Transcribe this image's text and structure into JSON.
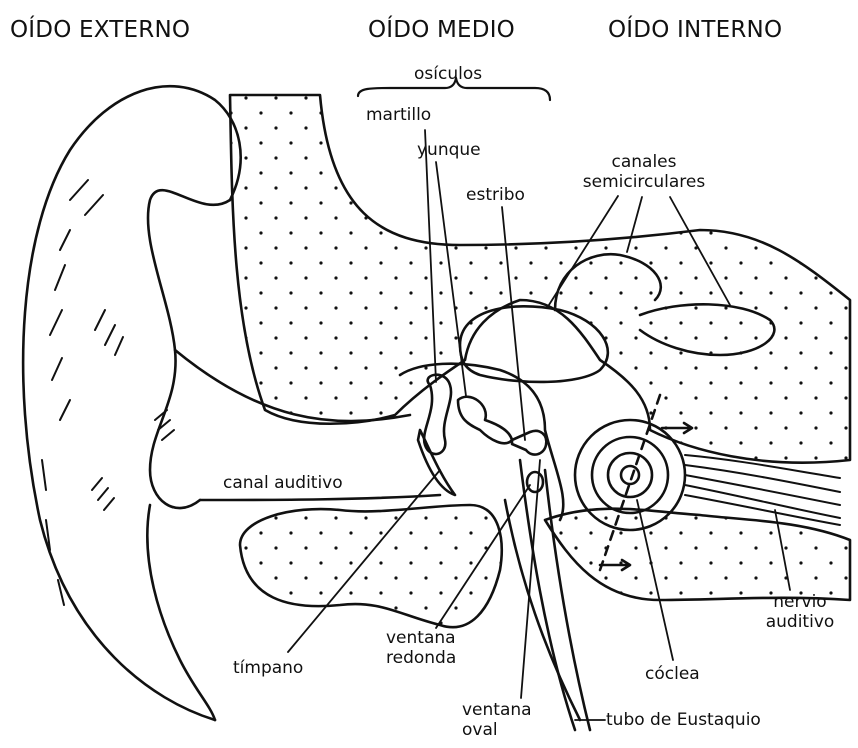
{
  "sections": {
    "outer": "OÍDO EXTERNO",
    "middle": "OÍDO MEDIO",
    "inner": "OÍDO INTERNO"
  },
  "labels": {
    "ossicles": "osículos",
    "hammer": "martillo",
    "anvil": "yunque",
    "stirrup": "estribo",
    "canals_1": "canales",
    "canals_2": "semicirculares",
    "ear_canal": "canal auditivo",
    "eardrum": "tímpano",
    "round_window_1": "ventana",
    "round_window_2": "redonda",
    "oval_window_1": "ventana",
    "oval_window_2": "oval",
    "cochlea": "cóclea",
    "eustachian": "tubo de Eustaquio",
    "nerve_1": "nervio",
    "nerve_2": "auditivo"
  },
  "colors": {
    "ink": "#111111",
    "background": "#ffffff"
  }
}
